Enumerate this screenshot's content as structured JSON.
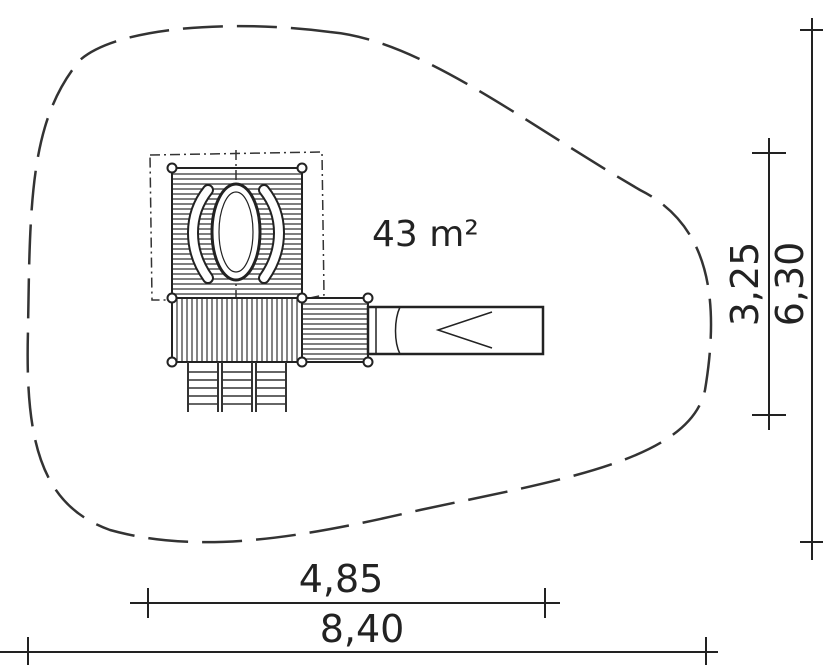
{
  "area": {
    "value": "43 m²"
  },
  "dimensions": {
    "structure_width": "4,85",
    "total_width": "8,40",
    "structure_depth": "3,25",
    "total_depth": "6,30"
  }
}
